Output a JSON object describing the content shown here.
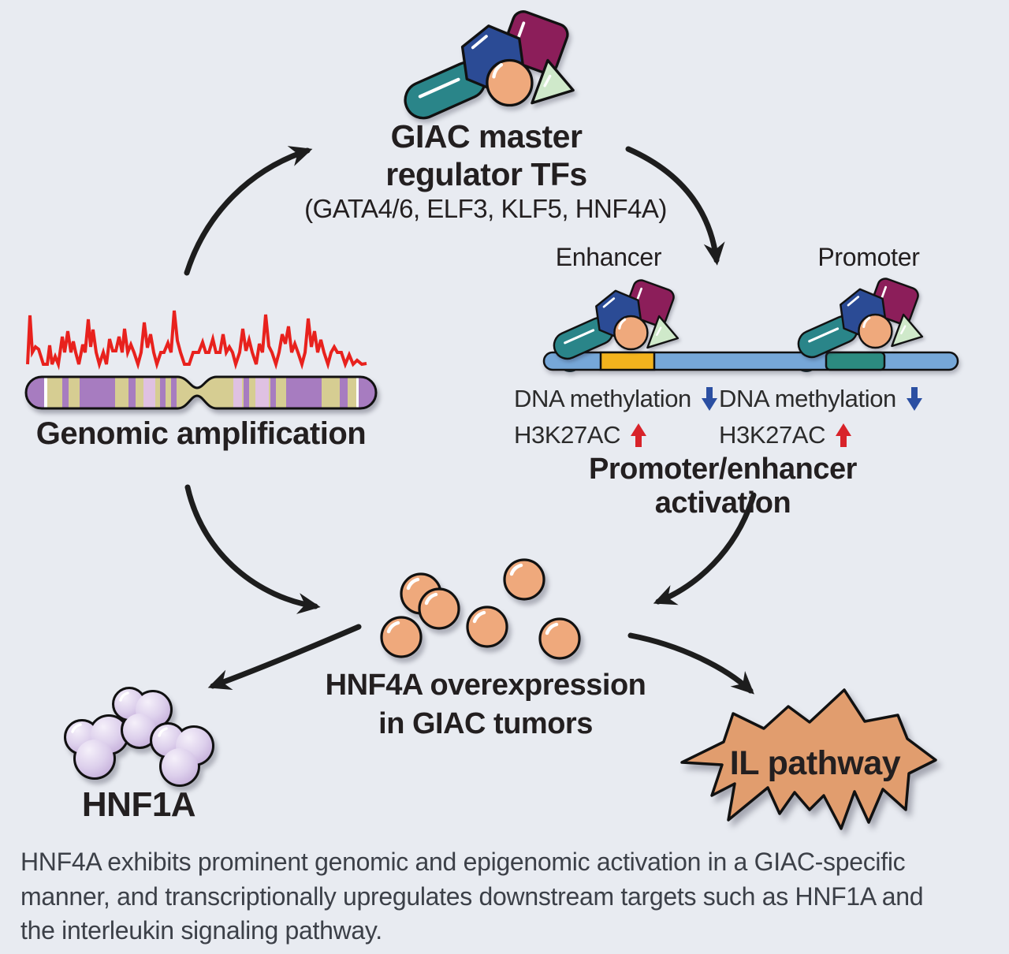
{
  "top": {
    "title": "GIAC master\nregulator TFs",
    "subtitle": "(GATA4/6, ELF3, KLF5, HNF4A)"
  },
  "regulatory": {
    "enhancer_label": "Enhancer",
    "promoter_label": "Promoter",
    "enhancer": {
      "dna_methylation_label": "DNA methylation",
      "dna_methylation_direction": "down",
      "h3k27ac_label": "H3K27AC",
      "h3k27ac_direction": "up"
    },
    "promoter": {
      "dna_methylation_label": "DNA methylation",
      "dna_methylation_direction": "down",
      "h3k27ac_label": "H3K27AC",
      "h3k27ac_direction": "up"
    },
    "activation_label": "Promoter/enhancer activation"
  },
  "genomic": {
    "label": "Genomic amplification"
  },
  "center": {
    "label": "HNF4A overexpression\nin GIAC tumors"
  },
  "downstream": {
    "hnf1a_label": "HNF1A",
    "il_pathway_label": "IL pathway"
  },
  "caption": "HNF4A exhibits prominent genomic and epigenomic activation in a GIAC-specific\nmanner, and transcriptionally upregulates downstream targets such as HNF1A and\nthe interleukin signaling pathway.",
  "colors": {
    "background": "#e8ebf1",
    "arrow_black": "#1d1d1d",
    "methylation_down_blue": "#2b4fa2",
    "h3k27ac_up_red": "#d8232a",
    "cnv_trace_red": "#e8211d",
    "dna_bar_blue": "#76a7d8",
    "enhancer_segment_yellow": "#f3b31d",
    "promoter_segment_teal": "#2c8b80",
    "tf_hexagon_blue": "#2b4b95",
    "tf_square_magenta": "#8c1e5a",
    "tf_capsule_teal": "#2a8589",
    "tf_circle_orange": "#efa97c",
    "tf_triangle_green": "#cfe9ca",
    "chromosome_purple": "#a77cc0",
    "chromosome_pink": "#dfc1e2",
    "chromosome_tan": "#d6cd92",
    "il_star_orange": "#e19d6e",
    "hnf1a_blob_lavender": "#d8cbe8"
  }
}
